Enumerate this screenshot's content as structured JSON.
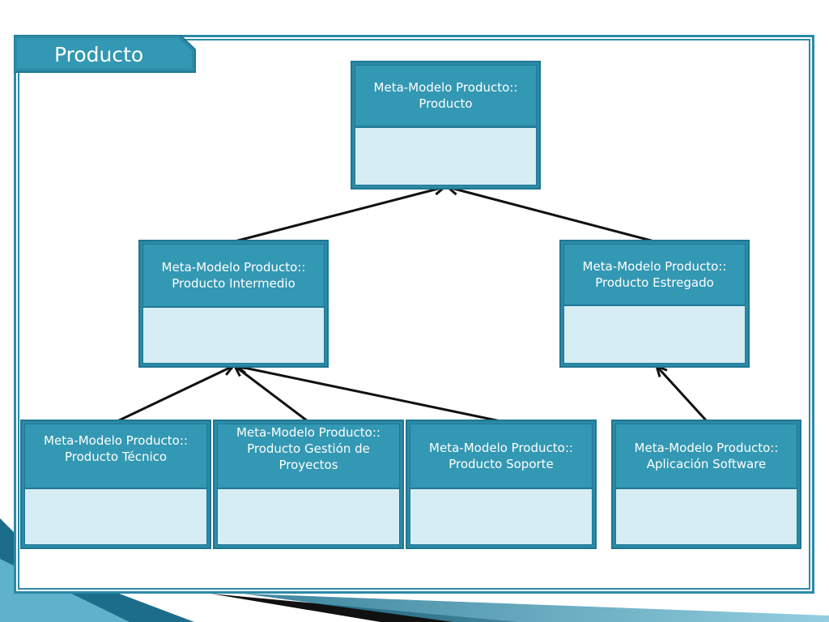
{
  "title": "Producto",
  "colors": {
    "accent": "#2b8aa6",
    "accent_dark": "#1f7793",
    "body_fill": "#d6edf3",
    "text": "#ffffff",
    "arrow": "#111111"
  },
  "nodes": [
    {
      "id": "producto",
      "lines": [
        "Meta-Modelo Producto::",
        "Producto"
      ]
    },
    {
      "id": "intermedio",
      "lines": [
        "Meta-Modelo Producto::",
        "Producto Intermedio"
      ]
    },
    {
      "id": "estregado",
      "lines": [
        "Meta-Modelo Producto::",
        "Producto Estregado"
      ]
    },
    {
      "id": "tecnico",
      "lines": [
        "Meta-Modelo Producto::",
        "Producto Técnico"
      ]
    },
    {
      "id": "gestion",
      "lines": [
        "Meta-Modelo Producto::",
        "Producto Gestión de",
        "Proyectos"
      ]
    },
    {
      "id": "soporte",
      "lines": [
        "Meta-Modelo Producto::",
        "Producto Soporte"
      ]
    },
    {
      "id": "software",
      "lines": [
        "Meta-Modelo Producto::",
        "Aplicación Software"
      ]
    }
  ],
  "edges": [
    {
      "from": "intermedio",
      "to": "producto"
    },
    {
      "from": "estregado",
      "to": "producto"
    },
    {
      "from": "tecnico",
      "to": "intermedio"
    },
    {
      "from": "gestion",
      "to": "intermedio"
    },
    {
      "from": "soporte",
      "to": "intermedio"
    },
    {
      "from": "software",
      "to": "estregado"
    }
  ]
}
